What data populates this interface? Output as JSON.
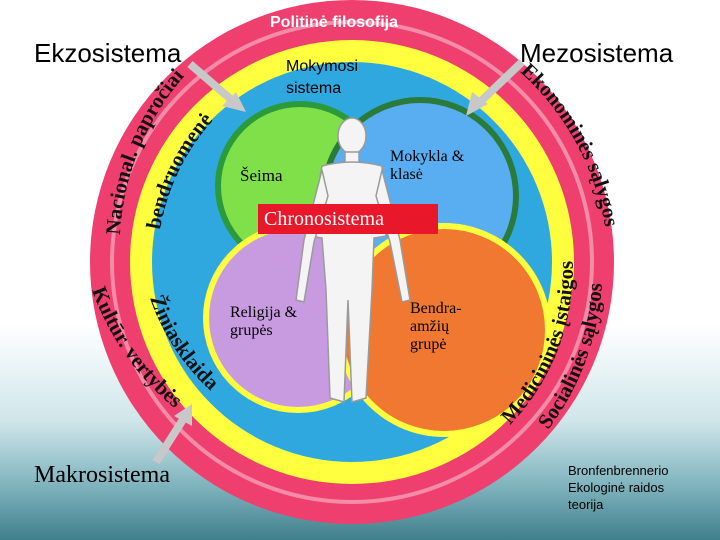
{
  "titles": {
    "top": "Politinė filosofija",
    "exo": "Ekzosistema",
    "meso": "Mezosistema",
    "macro": "Makrosistema"
  },
  "systems": {
    "education": "Mokymosi\nsistema",
    "chrono": "Chronosistema"
  },
  "circles": {
    "family": "Šeima",
    "school": "Mokykla &\nklasė",
    "religion": "Religija &\ngrupės",
    "peers": "Bendra-\namžių\ngrupė"
  },
  "ring_labels": {
    "exo_upper": "Nacional. papročiai",
    "exo_inner": "bendruomenė",
    "meso_upper": "Ekonominės sąlygos",
    "macro_lower": "Kultūr. vertybės",
    "macro_inner": "Žiniasklaida",
    "meso_lower": "Socialinės sąlygos",
    "meso_inner": "Medicininės įstaigos"
  },
  "note": {
    "line1": "Bronfenbrennerio",
    "line2": "Ekologinė raidos",
    "line3": "teorija"
  },
  "colors": {
    "outer_ring": "#ef3f6e",
    "mid_ring": "#ffff3f",
    "inner_disc": "#2fa8e0",
    "family": "#7fe04a",
    "school": "#58aef0",
    "religion": "#c89be0",
    "peers": "#f07830",
    "chrono_bg": "#e8182a"
  }
}
